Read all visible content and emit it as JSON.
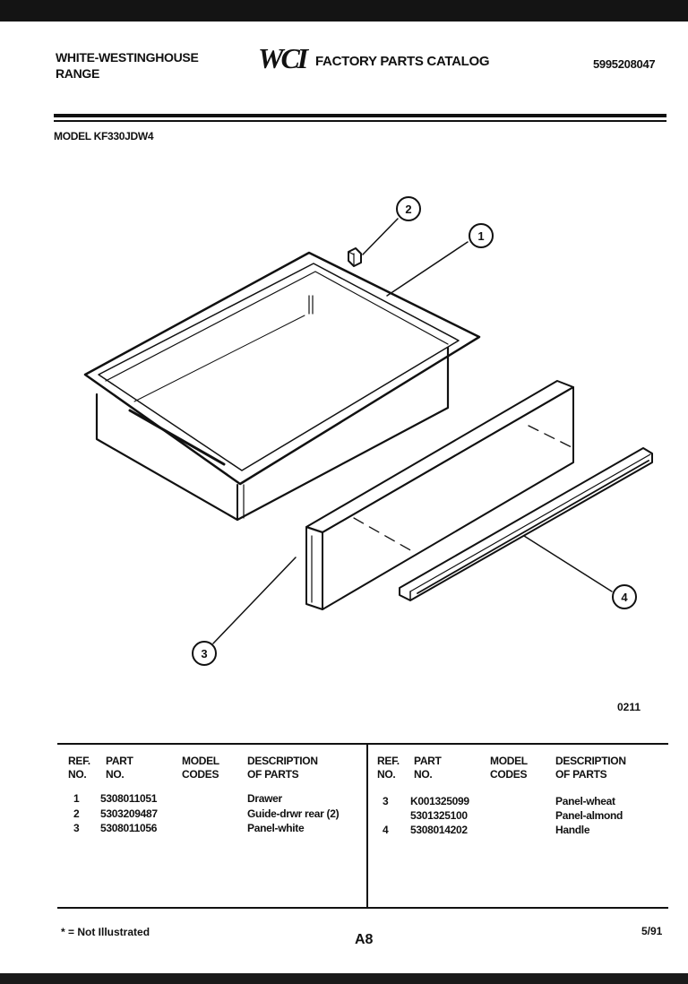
{
  "header": {
    "brand_line1": "WHITE-WESTINGHOUSE",
    "brand_line2": "RANGE",
    "logo": "WCI",
    "catalog_title": "FACTORY PARTS CATALOG",
    "catalog_number": "5995208047"
  },
  "model_line": "MODEL KF330JDW4",
  "callouts": [
    "1",
    "2",
    "3",
    "4"
  ],
  "illustration_number": "0211",
  "table": {
    "headers": {
      "ref_1": "REF.",
      "ref_2": "NO.",
      "part_1": "PART",
      "part_2": "NO.",
      "model_1": "MODEL",
      "model_2": "CODES",
      "desc_1": "DESCRIPTION",
      "desc_2": "OF PARTS"
    },
    "left_rows": [
      {
        "ref": "1",
        "part": "5308011051",
        "model": "",
        "desc": "Drawer"
      },
      {
        "ref": "2",
        "part": "5303209487",
        "model": "",
        "desc": "Guide-drwr rear (2)"
      },
      {
        "ref": "3",
        "part": "5308011056",
        "model": "",
        "desc": "Panel-white"
      }
    ],
    "right_rows": [
      {
        "ref": "3",
        "part": "K001325099",
        "model": "",
        "desc": "Panel-wheat"
      },
      {
        "ref": "",
        "part": "5301325100",
        "model": "",
        "desc": "Panel-almond"
      },
      {
        "ref": "4",
        "part": "5308014202",
        "model": "",
        "desc": "Handle"
      }
    ]
  },
  "footer": {
    "note": "* = Not Illustrated",
    "page": "A8",
    "date": "5/91"
  }
}
